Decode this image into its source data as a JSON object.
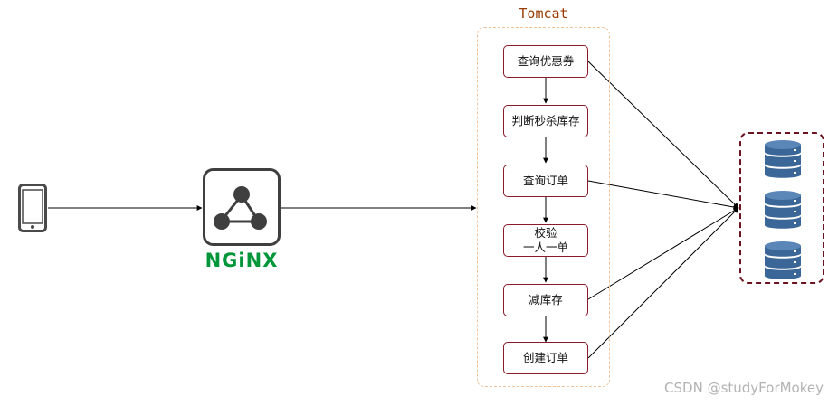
{
  "tomcat": {
    "title": "Tomcat",
    "steps": [
      {
        "label": "查询优惠券"
      },
      {
        "label": "判断秒杀库存"
      },
      {
        "label": "查询订单"
      },
      {
        "label": "校验\n一人一单"
      },
      {
        "label": "减库存"
      },
      {
        "label": "创建订单"
      }
    ]
  },
  "nginx": {
    "logo_text": "NGiNX"
  },
  "icons": {
    "client": "mobile-phone-icon",
    "gateway": "nginx-icon",
    "database": "database-icon"
  },
  "colors": {
    "nginx_green": "#009639",
    "tomcat_border": "#f2c39b",
    "tomcat_title": "#9a3b00",
    "step_border": "#8b1a2b",
    "db_frame": "#6b1321",
    "db_fill": "#3a6698"
  },
  "watermark": "CSDN @studyForMokey"
}
